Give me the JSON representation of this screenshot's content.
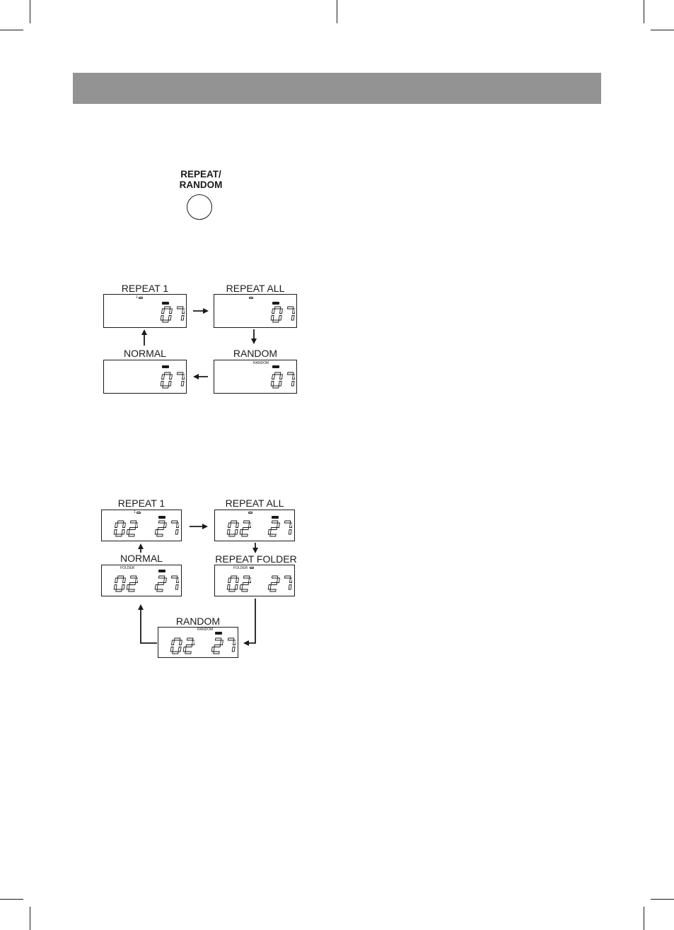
{
  "button": {
    "label_line1": "REPEAT/",
    "label_line2": "RANDOM"
  },
  "cd_diagram": {
    "repeat1": {
      "label": "REPEAT 1",
      "digits": "07"
    },
    "repeatall": {
      "label": "REPEAT ALL",
      "digits": "07"
    },
    "normal": {
      "label": "NORMAL",
      "digits": "07"
    },
    "random": {
      "label": "RANDOM",
      "indicator": "RANDOM",
      "digits": "07"
    }
  },
  "mp3_diagram": {
    "repeat1": {
      "label": "REPEAT 1",
      "folder_digits": "02",
      "track_digits": "27"
    },
    "repeatall": {
      "label": "REPEAT ALL",
      "folder_digits": "02",
      "track_digits": "27"
    },
    "normal": {
      "label": "NORMAL",
      "indicator": "FOLDER",
      "folder_digits": "02",
      "track_digits": "27"
    },
    "repeatfolder": {
      "label": "REPEAT FOLDER",
      "indicator": "FOLDER",
      "folder_digits": "02",
      "track_digits": "27"
    },
    "random": {
      "label": "RANDOM",
      "indicator": "RANDOM",
      "folder_digits": "02",
      "track_digits": "27"
    }
  },
  "icons": {
    "repeat": "repeat-icon",
    "repeat_one": "repeat-one-icon",
    "disc": "disc-icon"
  }
}
